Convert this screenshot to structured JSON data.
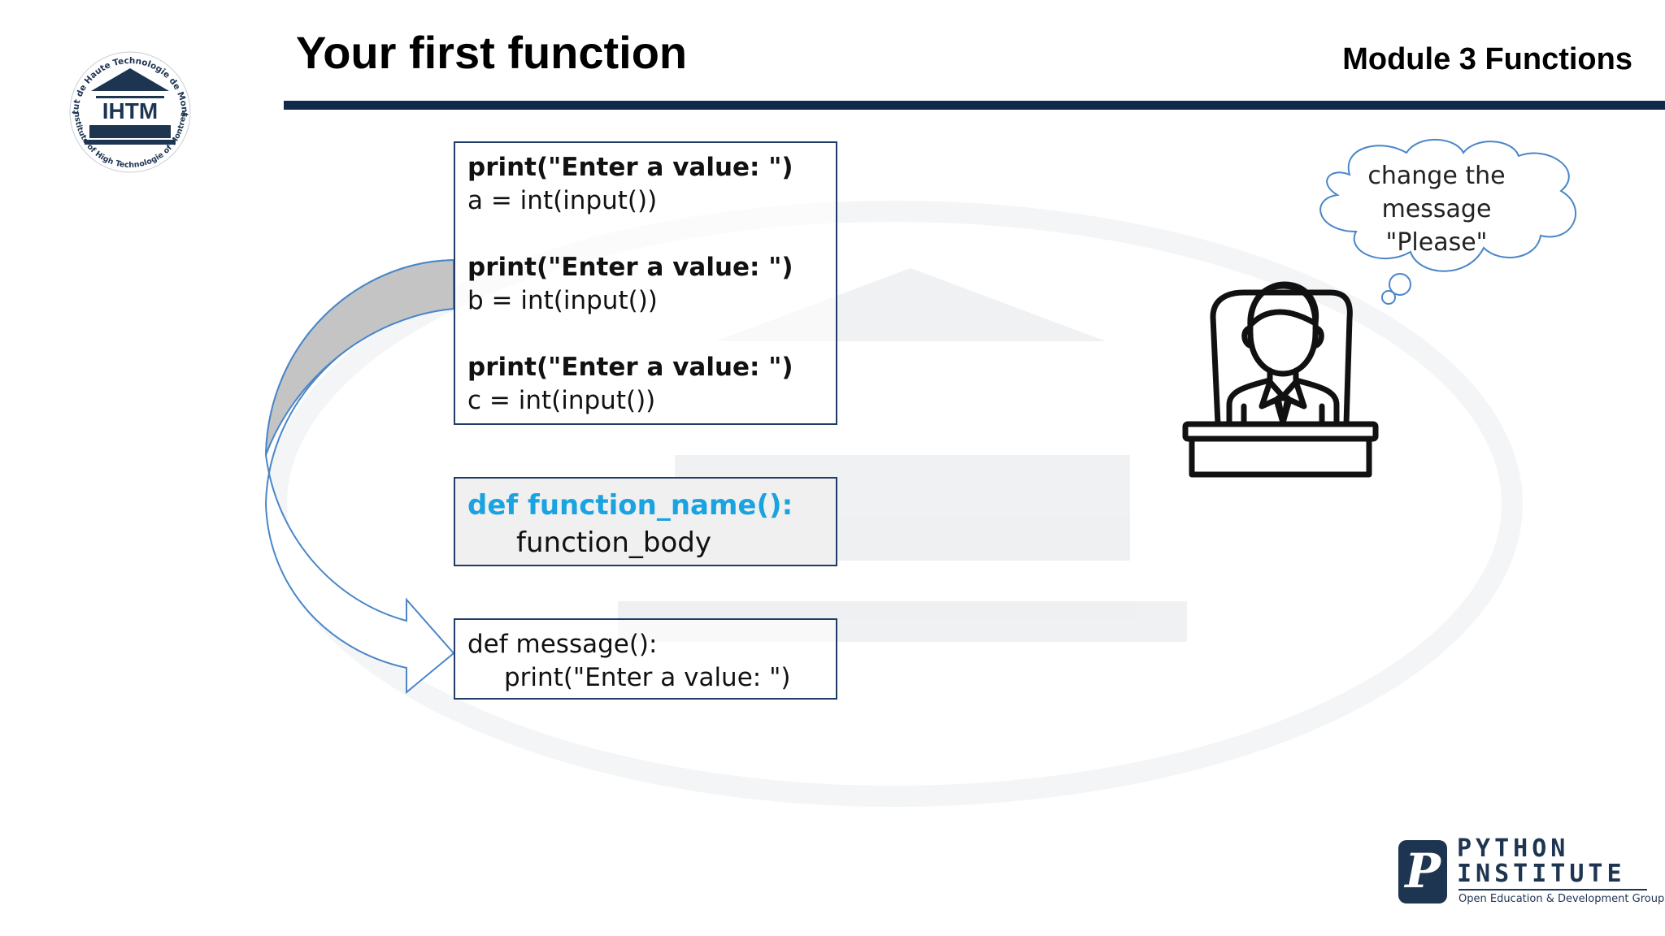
{
  "header": {
    "title": "Your first function",
    "module": "Module 3 Functions"
  },
  "logo": {
    "abbr": "IHTM",
    "ring_text_fr": "Institut de Haute Technologie de Montréal",
    "ring_text_en": "Institute of High Technologie of Montreal"
  },
  "code_blocks": {
    "repeated": {
      "lines": [
        "print(\"Enter a value: \")",
        "a = int(input())",
        "print(\"Enter a value: \")",
        "b = int(input())",
        "print(\"Enter a value: \")",
        "c = int(input())"
      ]
    },
    "syntax": {
      "keyword_line": "def function_name():",
      "body_line": "function_body"
    },
    "example": {
      "def_line": "def message():",
      "body_line": "print(\"Enter a value: \")"
    }
  },
  "thought_bubble": {
    "lines": [
      "change the",
      "message",
      "\"Please\""
    ]
  },
  "python_institute": {
    "name_line1": "PYTHON",
    "name_line2": "INSTITUTE",
    "tagline": "Open Education & Development Group"
  },
  "colors": {
    "navy": "#0f2a4a",
    "keyword_blue": "#1aa3e0",
    "arrow_blue": "#4a86c8"
  }
}
